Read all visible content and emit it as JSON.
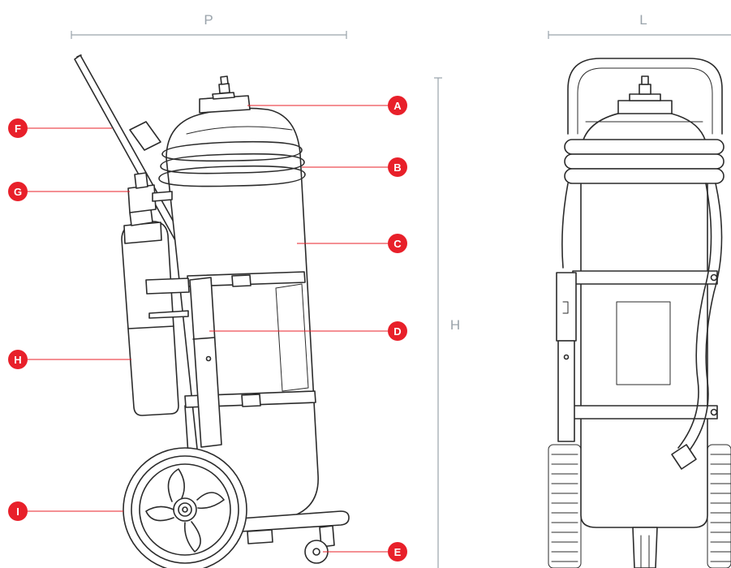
{
  "dimensions": {
    "depth_label": "P",
    "width_label": "L",
    "height_label": "H"
  },
  "callouts": [
    {
      "letter": "A"
    },
    {
      "letter": "B"
    },
    {
      "letter": "C"
    },
    {
      "letter": "D"
    },
    {
      "letter": "E"
    },
    {
      "letter": "F"
    },
    {
      "letter": "G"
    },
    {
      "letter": "H"
    },
    {
      "letter": "I"
    }
  ],
  "colors": {
    "callout_red": "#e8202a",
    "line_dark": "#2b2b2b",
    "dimension_gray": "#9aa3ab",
    "leader_red": "#e8202a"
  }
}
